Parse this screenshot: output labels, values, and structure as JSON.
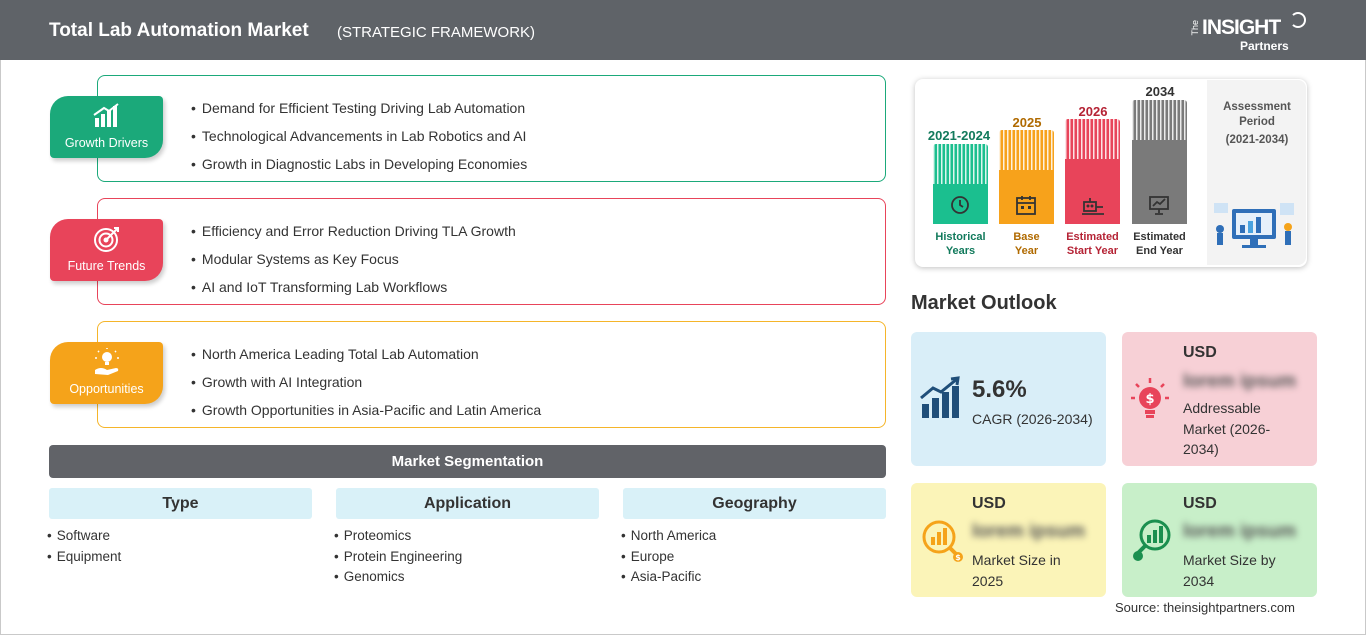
{
  "header": {
    "title": "Total Lab Automation Market",
    "subtitle": "(STRATEGIC FRAMEWORK)",
    "logo": {
      "the": "The",
      "insight": "INSIGHT",
      "partners": "Partners"
    }
  },
  "framework": [
    {
      "label": "Growth Drivers",
      "color": "#1ba97a",
      "icon": "growth-chart-icon",
      "items": [
        "Demand for Efficient Testing Driving Lab Automation",
        "Technological Advancements in Lab Robotics and AI",
        "Growth in Diagnostic Labs in Developing Economies"
      ]
    },
    {
      "label": "Future Trends",
      "color": "#e8445a",
      "icon": "target-icon",
      "items": [
        "Efficiency and Error Reduction Driving TLA Growth",
        "Modular Systems as Key Focus",
        "AI and IoT Transforming Lab Workflows"
      ]
    },
    {
      "label": "Opportunities",
      "color": "#f5a31a",
      "icon": "lightbulb-hand-icon",
      "items": [
        "North America Leading Total Lab Automation",
        "Growth with AI Integration",
        "Growth Opportunities in Asia-Pacific and Latin America"
      ]
    }
  ],
  "segmentation": {
    "title": "Market Segmentation",
    "columns": [
      {
        "heading": "Type",
        "items": [
          "Software",
          "Equipment"
        ]
      },
      {
        "heading": "Application",
        "items": [
          "Proteomics",
          "Protein Engineering",
          "Genomics"
        ]
      },
      {
        "heading": "Geography",
        "items": [
          "North America",
          "Europe",
          "Asia-Pacific"
        ]
      }
    ]
  },
  "timeline": {
    "periods": [
      {
        "year": "2021-2024",
        "label_line1": "Historical",
        "label_line2": "Years",
        "color": "#1bbf8f",
        "text_color": "#127a5c",
        "icon": "history-icon"
      },
      {
        "year": "2025",
        "label_line1": "Base",
        "label_line2": "Year",
        "color": "#f7a21b",
        "text_color": "#b06a00",
        "icon": "calendar-icon"
      },
      {
        "year": "2026",
        "label_line1": "Estimated",
        "label_line2": "Start Year",
        "color": "#e8445a",
        "text_color": "#b52335",
        "icon": "robot-icon"
      },
      {
        "year": "2034",
        "label_line1": "Estimated",
        "label_line2": "End Year",
        "color": "#7a7a7a",
        "text_color": "#333333",
        "icon": "presentation-icon"
      }
    ],
    "assessment": {
      "line1": "Assessment",
      "line2": "Period",
      "line3": "(2021-2034)"
    }
  },
  "outlook": {
    "title": "Market Outlook",
    "cagr": {
      "value": "5.6%",
      "label": "CAGR (2026-2034)",
      "color": "#d9eef8"
    },
    "addressable": {
      "currency": "USD",
      "value": "lorem ipsum",
      "label": "Addressable Market (2026-2034)",
      "color": "#f7d0d6"
    },
    "size_2025": {
      "currency": "USD",
      "value": "lorem ipsum",
      "label": "Market Size in 2025",
      "color": "#fbf4b8"
    },
    "size_2034": {
      "currency": "USD",
      "value": "lorem ipsum",
      "label": "Market Size by 2034",
      "color": "#c8efc9"
    }
  },
  "source": "Source: theinsightpartners.com"
}
